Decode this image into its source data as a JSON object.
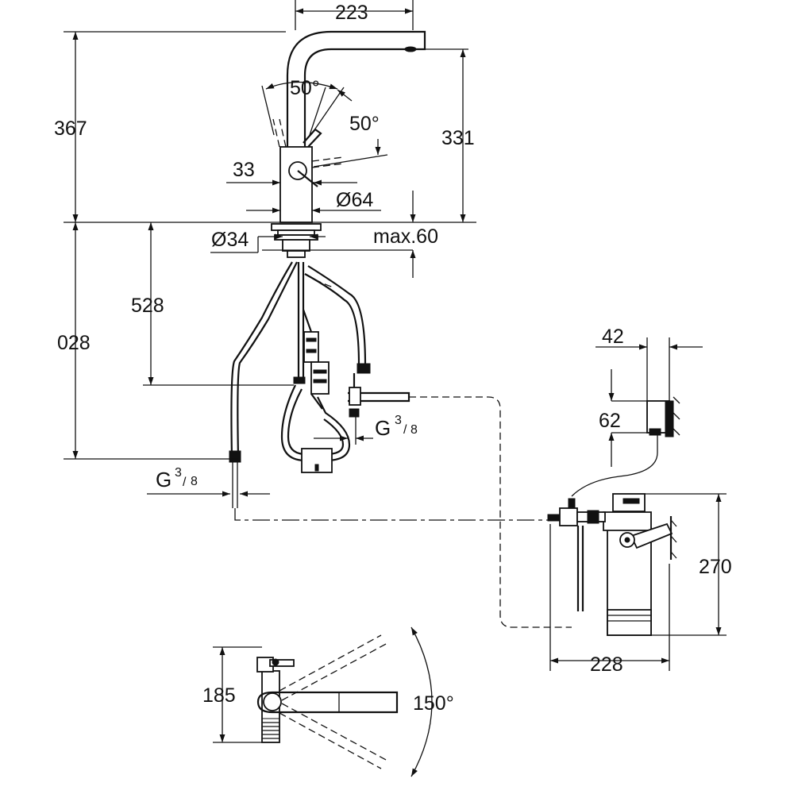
{
  "dimensions": {
    "spout_reach": "223",
    "total_height": "367",
    "spout_height": "331",
    "lever_angle_front": "50°",
    "lever_angle_side": "50°",
    "lever_offset": "33",
    "body_diameter": "Ø64",
    "hole_diameter": "Ø34",
    "max_countertop": "max.60",
    "tail_length": "528",
    "below_length": "028",
    "outlet_thread": "G",
    "inlet_thread": "G",
    "thread_numerator": "3",
    "thread_denominator": "8",
    "valve_width": "42",
    "valve_height": "62",
    "filter_height": "270",
    "filter_depth": "228",
    "swivel_height": "185",
    "swivel_angle": "150°"
  }
}
